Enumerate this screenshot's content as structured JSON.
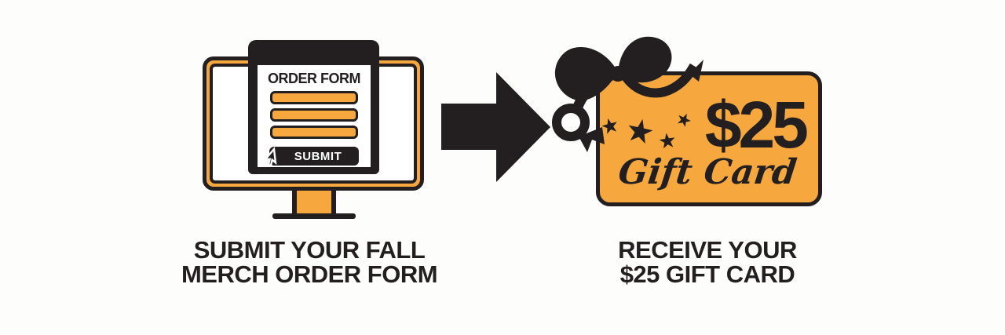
{
  "colors": {
    "orange": "#F6A83E",
    "ink": "#231F20",
    "background": "#FDFDFB",
    "white": "#FFFFFF"
  },
  "monitor": {
    "form_title": "ORDER FORM",
    "submit_label": "SUBMIT",
    "field_count": 3
  },
  "gift_card": {
    "amount": "$25",
    "script_label": "Gift Card"
  },
  "captions": {
    "left": {
      "line1": "SUBMIT YOUR FALL",
      "line2": "MERCH ORDER FORM"
    },
    "right": {
      "line1": "RECEIVE YOUR",
      "line2": "$25 GIFT CARD"
    }
  },
  "icons": {
    "arrow": "right-arrow",
    "cursor": "mouse-cursor",
    "bow": "ribbon-bow",
    "stars": "five-point-stars"
  }
}
